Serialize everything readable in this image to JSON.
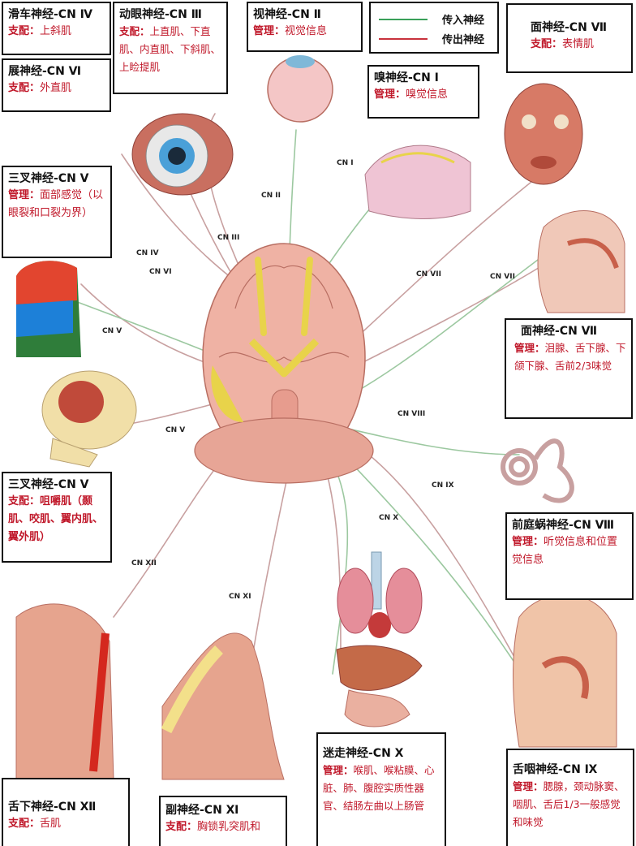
{
  "legend": {
    "afferent": {
      "label": "传入神经",
      "color": "#3aa05a"
    },
    "efferent": {
      "label": "传出神经",
      "color": "#c8323c"
    }
  },
  "boxes": {
    "trochlear": {
      "title": "滑车神经-CN Ⅳ",
      "label": "支配：",
      "text": "上斜肌"
    },
    "abducens": {
      "title": "展神经-CN Ⅵ",
      "label": "支配：",
      "text": "外直肌"
    },
    "oculomotor": {
      "title": "动眼神经-CN Ⅲ",
      "label": "支配：",
      "text": "上直肌、下直肌、内直肌、下斜肌、上睑提肌"
    },
    "optic": {
      "title": "视神经-CN Ⅱ",
      "label": "管理：",
      "text": "视觉信息"
    },
    "olfactory": {
      "title": "嗅神经-CN Ⅰ",
      "label": "管理：",
      "text": "嗅觉信息"
    },
    "facial_top": {
      "title": "面神经-CN Ⅶ",
      "label": "支配：",
      "text": "表情肌"
    },
    "trigeminal_top": {
      "title": "三叉神经-CN Ⅴ",
      "label": "管理：",
      "text": "面部感觉（以眼裂和口裂为界）"
    },
    "facial_mid": {
      "title": "面神经-CN Ⅶ",
      "label": "管理：",
      "text": "泪腺、舌下腺、下颌下腺、舌前2/3味觉"
    },
    "trigeminal_bot": {
      "title": "三叉神经-CN Ⅴ",
      "label": "支配：",
      "text": "咀嚼肌（颞肌、咬肌、翼内肌、翼外肌）"
    },
    "vestibulo": {
      "title": "前庭蜗神经-CN Ⅷ",
      "label": "管理：",
      "text": "听觉信息和位置觉信息"
    },
    "hypoglossal": {
      "title": "舌下神经-CN Ⅻ",
      "label": "支配：",
      "text": "舌肌"
    },
    "accessory": {
      "title": "副神经-CN Ⅺ",
      "label": "支配：",
      "text": "胸锁乳突肌和"
    },
    "vagus": {
      "title": "迷走神经-CN Ⅹ",
      "label": "管理：",
      "text": "喉肌、喉粘膜、心脏、肺、腹腔实质性器官、结肠左曲以上肠管"
    },
    "glosso": {
      "title": "舌咽神经-CN Ⅸ",
      "label": "管理：",
      "text": "腮腺，颈动脉窦、咽肌、舌后1/3一般感觉和味觉"
    }
  },
  "nerve_labels": {
    "cn1": "CN I",
    "cn2": "CN II",
    "cn3": "CN III",
    "cn4": "CN IV",
    "cn6": "CN VI",
    "cn5a": "CN V",
    "cn5b": "CN V",
    "cn7a": "CN VII",
    "cn7b": "CN VII",
    "cn8": "CN VIII",
    "cn9": "CN IX",
    "cn10": "CN X",
    "cn11": "CN XI",
    "cn12": "CN XII"
  }
}
